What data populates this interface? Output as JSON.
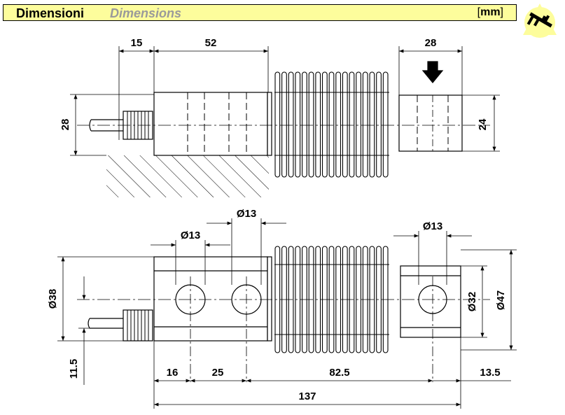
{
  "header": {
    "title_it": "Dimensioni",
    "title_en": "Dimensions",
    "unit_open": "[",
    "unit": "mm",
    "unit_close": "]"
  },
  "icons": [
    "caliper-icon",
    "load-arrow-icon"
  ],
  "colors": {
    "header_bg": "#fdfd9c",
    "title_en": "#9a9a9a",
    "icon_bg": "#fdfd9c"
  },
  "top_view": {
    "dim_thread_len": "15",
    "dim_body_len": "52",
    "dim_load_end_len": "28",
    "dim_height_left": "28",
    "dim_height_right": "24"
  },
  "bottom_view": {
    "dim_hole1": "Ø13",
    "dim_hole2": "Ø13",
    "dim_hole3": "Ø13",
    "dim_body_dia": "Ø38",
    "dim_offset": "11.5",
    "dim_inner_dia": "Ø32",
    "dim_outer_dia": "Ø47",
    "dim_16": "16",
    "dim_25": "25",
    "dim_82_5": "82.5",
    "dim_13_5": "13.5",
    "dim_total": "137"
  }
}
